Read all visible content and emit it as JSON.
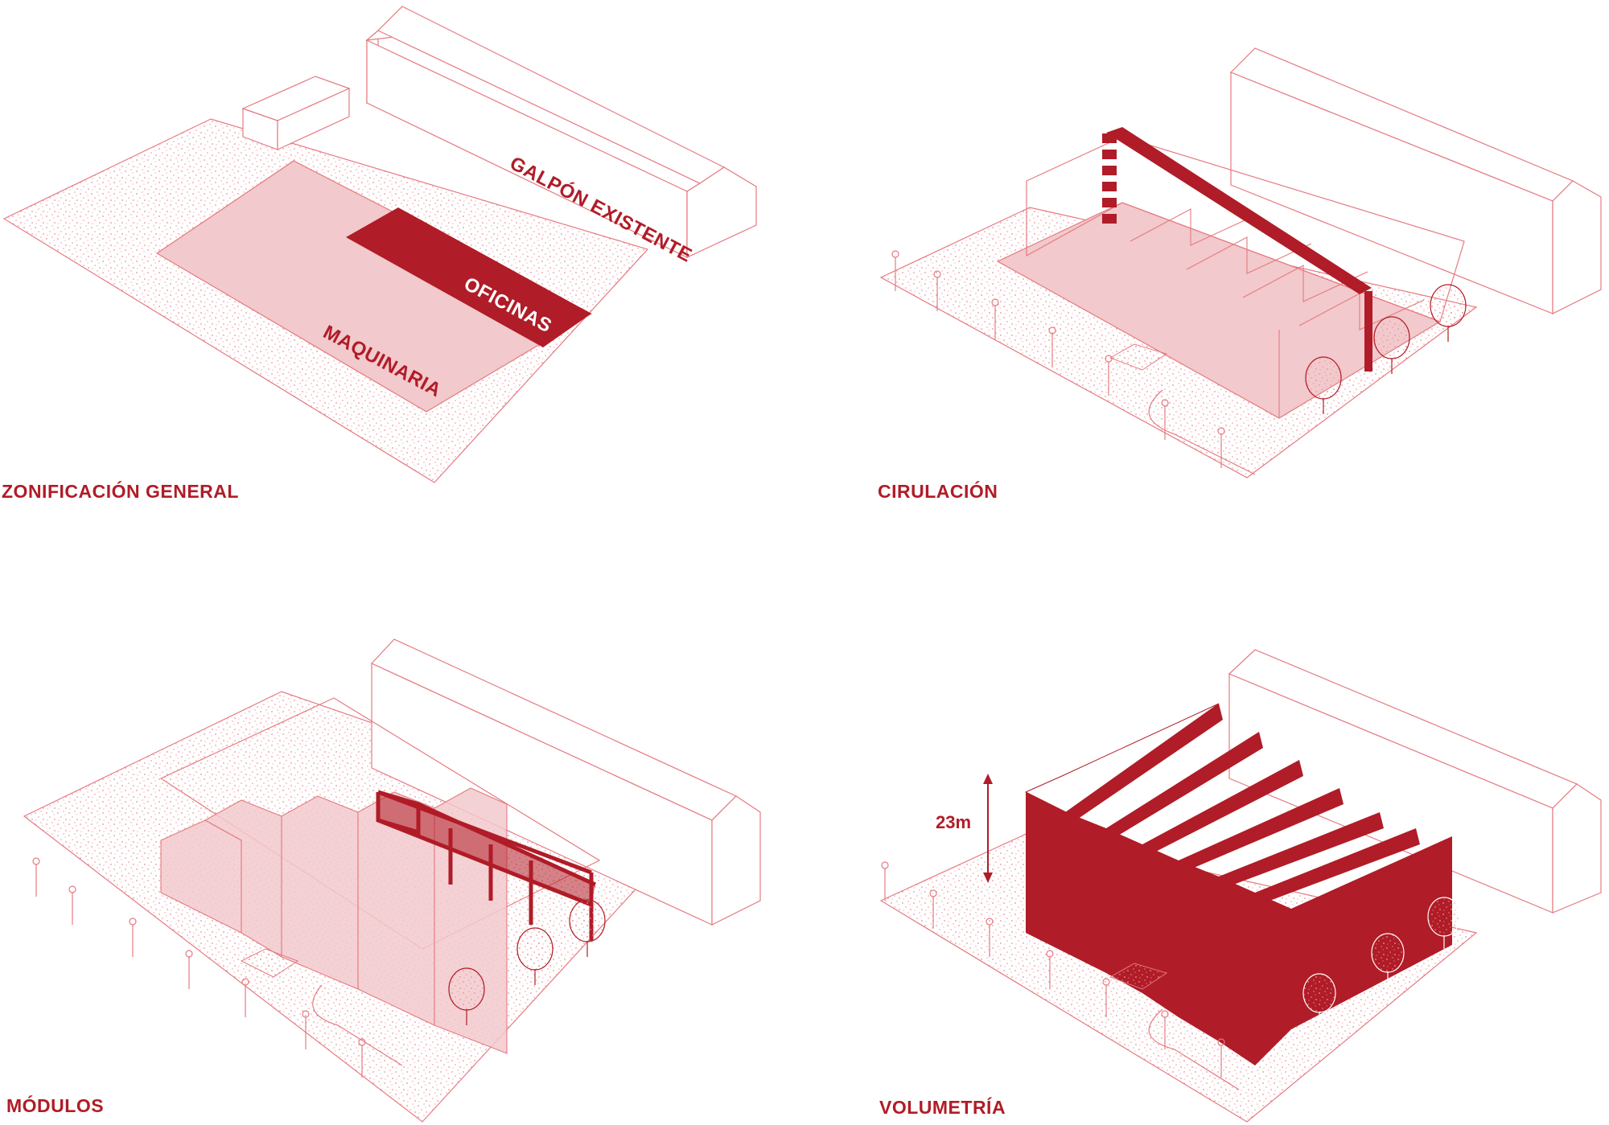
{
  "colors": {
    "accent": "#b01c27",
    "line": "#e57a80",
    "fill_light": "#f2c9cc",
    "stipple": "#e9939a",
    "background": "#ffffff"
  },
  "panels": {
    "zonificacion": {
      "caption": "ZONIFICACIÓN GENERAL",
      "labels": {
        "existing_shed": "GALPÓN EXISTENTE",
        "offices": "OFICINAS",
        "machinery": "MAQUINARIA"
      }
    },
    "circulacion": {
      "caption": "CIRULACIÓN"
    },
    "modulos": {
      "caption": "MÓDULOS"
    },
    "volumetria": {
      "caption": "VOLUMETRÍA",
      "height_label": "23m"
    }
  }
}
